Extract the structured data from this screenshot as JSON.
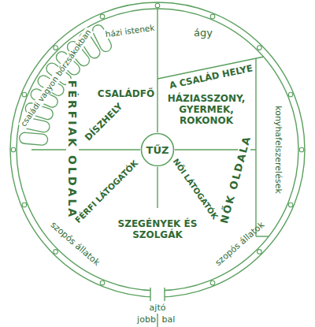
{
  "diagram": {
    "nodes": [
      {
        "text": [
          "TŰZ"
        ]
      }
    ],
    "labels": [
      "házi istenek",
      "családi vagyon bőrzsákokban",
      "ágy",
      "A CSALÁD HELYE",
      "konyhafelszerelések",
      "FÉRFIAK OLDALA",
      "CSALÁDFŐ",
      "DÍSZHELY",
      "HÁZIASSZONY, GYERMEK, ROKONOK",
      "NŐK OLDALA",
      "FÉRFI LÁTOGATÓK",
      "NŐI LÁTOGATÓK",
      "SZEGÉNYEK ÉS SZOLGÁK",
      "szopós állatok",
      "szopós állatok",
      "ajtó",
      "jobb",
      "bal"
    ]
  }
}
